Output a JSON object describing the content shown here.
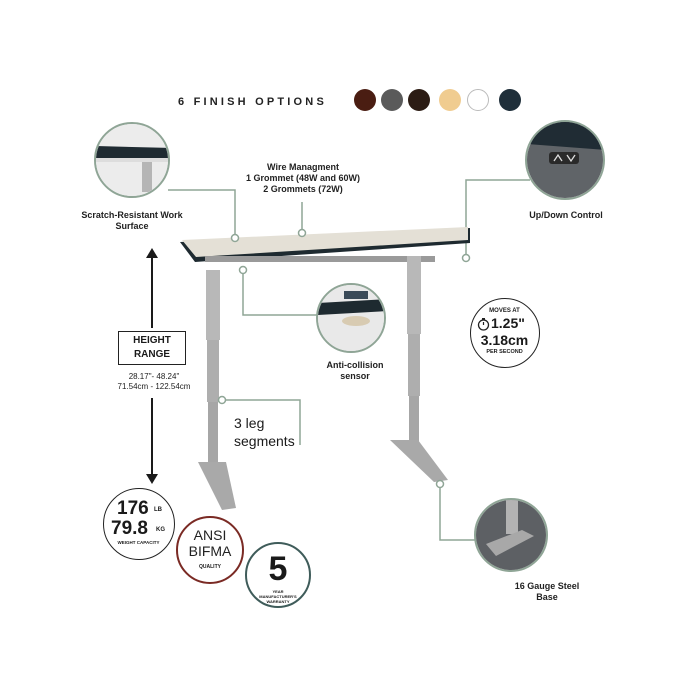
{
  "finish": {
    "title": "6 FINISH OPTIONS",
    "colors": [
      "#4a1d12",
      "#5a5a5a",
      "#2c1c14",
      "#f0cc90",
      "#ffffff",
      "#1f2f3a"
    ]
  },
  "callouts": {
    "scratch": "Scratch-Resistant Work Surface",
    "wire_title": "Wire Managment",
    "wire_line1": "1 Grommet (48W and 60W)",
    "wire_line2": "2 Grommets (72W)",
    "updown": "Up/Down Control",
    "anticollision": "Anti-collision sensor",
    "leg_segments": "3 leg segments",
    "steel_base": "16 Gauge Steel Base"
  },
  "height": {
    "label": "HEIGHT RANGE",
    "inches": "28.17\"- 48.24\"",
    "cm": "71.54cm - 122.54cm"
  },
  "speed": {
    "moves_at": "MOVES AT",
    "inches": "1.25\"",
    "cm": "3.18cm",
    "per_second": "PER SECOND"
  },
  "capacity": {
    "lb_value": "176",
    "lb_unit": "LB",
    "kg_value": "79.8",
    "kg_unit": "KG",
    "label": "WEIGHT CAPACITY"
  },
  "bifma": {
    "line1": "ANSI",
    "line2": "BIFMA",
    "quality": "QUALITY"
  },
  "warranty": {
    "years": "5",
    "label": "YEAR MANUFACTURER'S WARRANTY"
  },
  "icons": [
    "stopwatch-icon",
    "up-down-control-icon"
  ]
}
